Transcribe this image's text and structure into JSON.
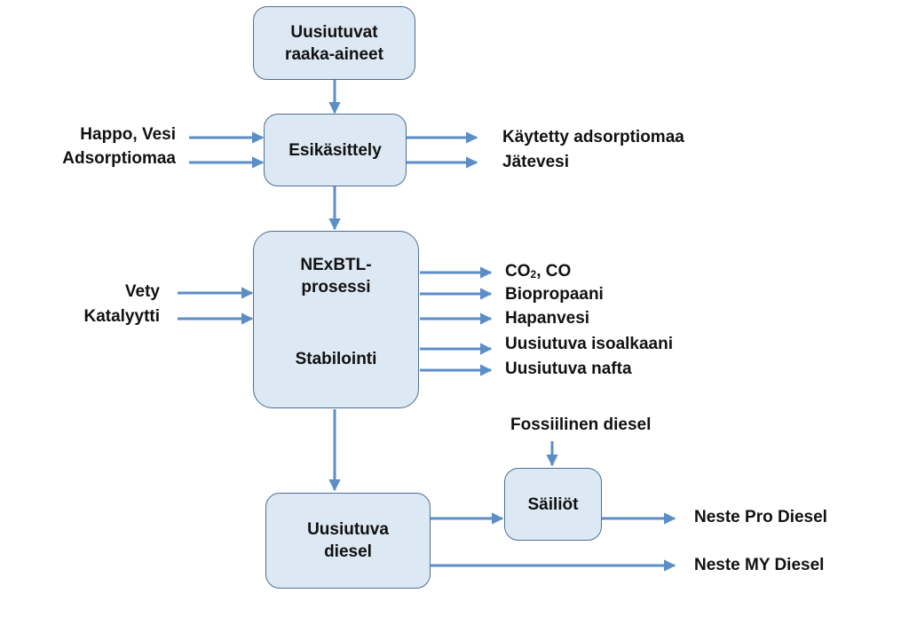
{
  "colors": {
    "box_fill": "#dce8f4",
    "box_border": "#4f6f90",
    "arrow": "#5b8ec7"
  },
  "boxes": {
    "raw": {
      "line1": "Uusiutuvat",
      "line2": "raaka-aineet"
    },
    "pre": {
      "label": "Esikäsittely"
    },
    "nexbtl": {
      "line1": "NExBTL-",
      "line2": "prosessi",
      "line3": "Stabilointi"
    },
    "diesel": {
      "line1": "Uusiutuva",
      "line2": "diesel"
    },
    "tanks": {
      "label": "Säiliöt"
    }
  },
  "inputs": {
    "pre": [
      "Happo, Vesi",
      "Adsorptiomaa"
    ],
    "nexbtl": [
      "Vety",
      "Katalyytti"
    ],
    "tanks": "Fossiilinen diesel"
  },
  "outputs": {
    "pre": [
      "Käytetty adsorptiomaa",
      "Jätevesi"
    ],
    "nexbtl": {
      "co2_prefix": "CO",
      "co2_sub": "2",
      "co2_suffix": ", CO",
      "items": [
        "Biopropaani",
        "Hapanvesi",
        "Uusiutuva isoalkaani",
        "Uusiutuva nafta"
      ]
    },
    "tanks": "Neste Pro Diesel",
    "diesel": "Neste MY Diesel"
  }
}
